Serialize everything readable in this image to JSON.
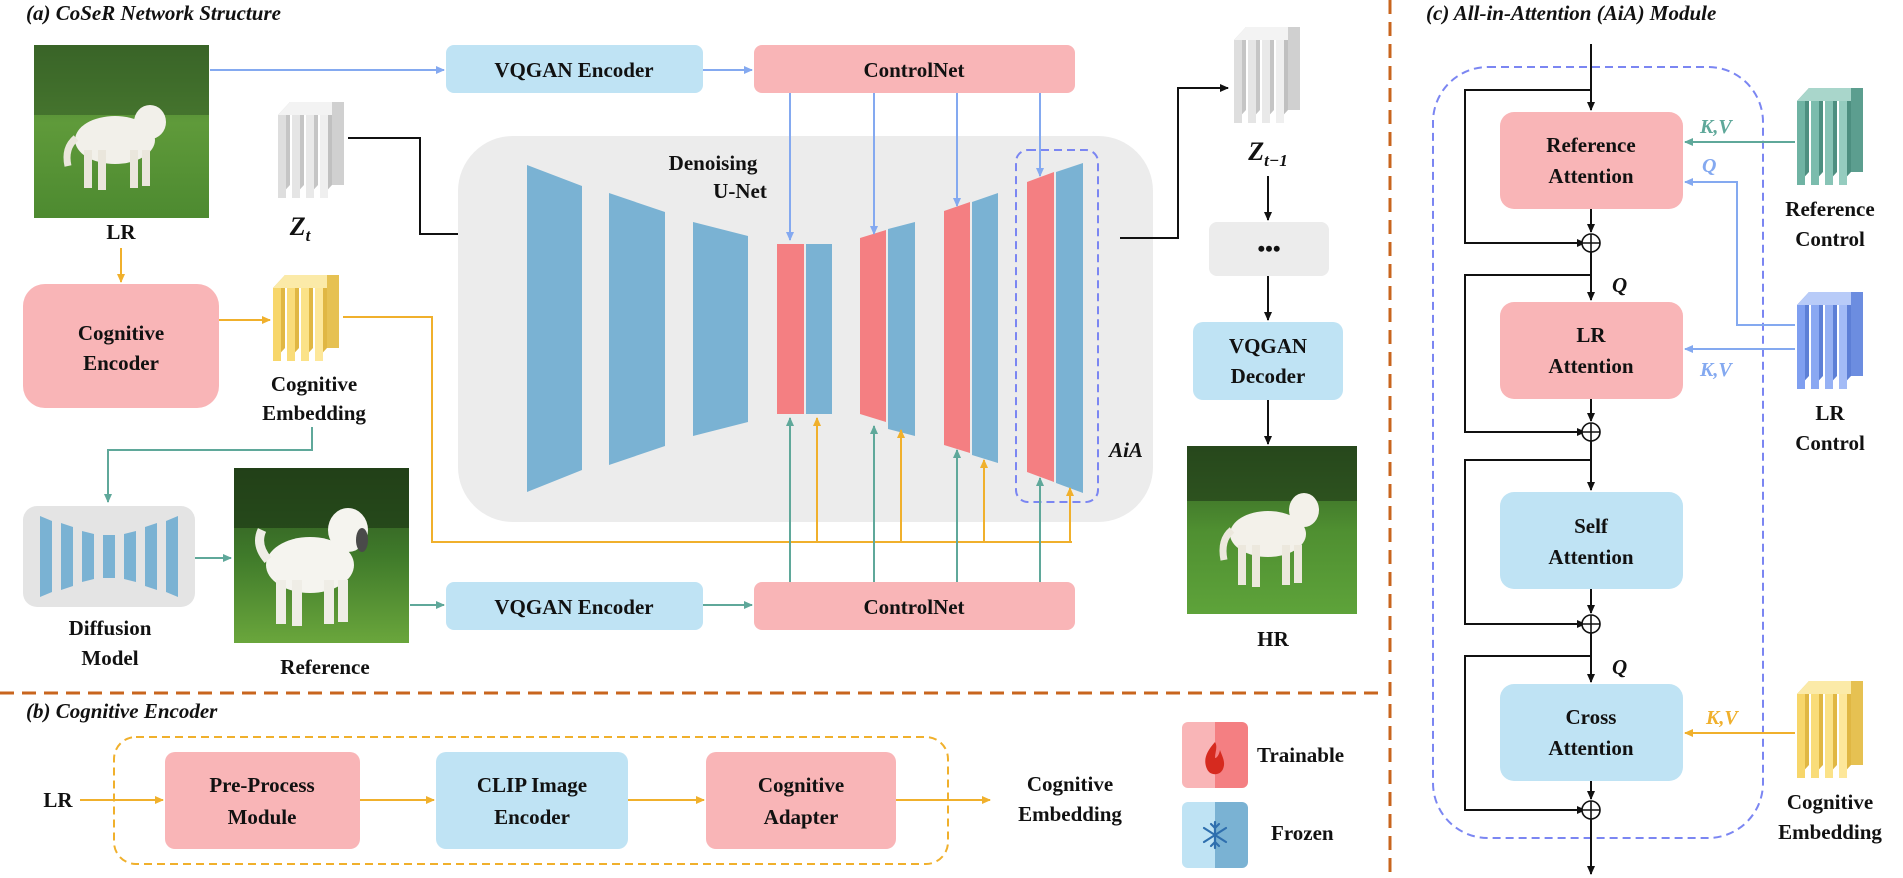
{
  "panel_a": {
    "title": "(a) CoSeR Network Structure",
    "lr_label": "LR",
    "zt_label": "Z",
    "zt_sub": "t",
    "zt1_label": "Z",
    "zt1_sub": "t−1",
    "vqgan_encoder_top": "VQGAN Encoder",
    "controlnet_top": "ControlNet",
    "vqgan_encoder_bottom": "VQGAN Encoder",
    "controlnet_bottom": "ControlNet",
    "unet_label_line1": "Denoising",
    "unet_label_line2": "U-Net",
    "aia_label": "AiA",
    "cognitive_encoder_line1": "Cognitive",
    "cognitive_encoder_line2": "Encoder",
    "cognitive_embedding_line1": "Cognitive",
    "cognitive_embedding_line2": "Embedding",
    "diffusion_model_line1": "Diffusion",
    "diffusion_model_line2": "Model",
    "reference_label": "Reference",
    "ellipsis": "•••",
    "vqgan_decoder_line1": "VQGAN",
    "vqgan_decoder_line2": "Decoder",
    "hr_label": "HR"
  },
  "panel_b": {
    "title": "(b) Cognitive Encoder",
    "lr_label": "LR",
    "preprocess_line1": "Pre-Process",
    "preprocess_line2": "Module",
    "clip_line1": "CLIP Image",
    "clip_line2": "Encoder",
    "adapter_line1": "Cognitive",
    "adapter_line2": "Adapter",
    "output_line1": "Cognitive",
    "output_line2": "Embedding"
  },
  "legend": {
    "trainable": "Trainable",
    "frozen": "Frozen"
  },
  "panel_c": {
    "title": "(c) All-in-Attention (AiA) Module",
    "ref_attn_line1": "Reference",
    "ref_attn_line2": "Attention",
    "lr_attn_line1": "LR",
    "lr_attn_line2": "Attention",
    "self_attn_line1": "Self",
    "self_attn_line2": "Attention",
    "cross_attn_line1": "Cross",
    "cross_attn_line2": "Attention",
    "kv_ref": "K,V",
    "q_ref": "Q",
    "kv_lr": "K,V",
    "kv_cross": "K,V",
    "q1": "Q",
    "q2": "Q",
    "ref_control_line1": "Reference",
    "ref_control_line2": "Control",
    "lr_control_line1": "LR",
    "lr_control_line2": "Control",
    "cog_emb_line1": "Cognitive",
    "cog_emb_line2": "Embedding",
    "plus": "⊕"
  },
  "colors": {
    "pink_box": "#f9b5b7",
    "light_blue_box": "#bfe3f4",
    "unet_blue": "#7ab2d3",
    "unet_red": "#f47f82",
    "blue_arrow": "#84a9f0",
    "orange_arrow": "#f0b02c",
    "teal_arrow": "#5fa89a",
    "divider": "#c8651e",
    "aia_dash": "#7b86f2",
    "gray_panel": "#ececec"
  },
  "icons": {
    "trainable": "flame-icon",
    "frozen": "snowflake-icon"
  }
}
